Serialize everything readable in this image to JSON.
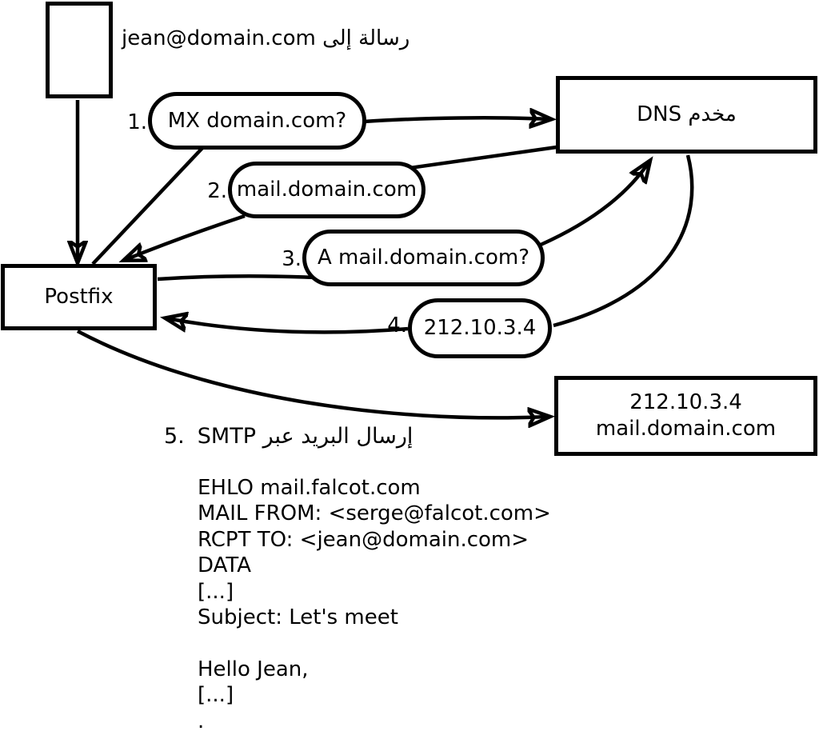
{
  "figure": {
    "background": "#ffffff",
    "stroke_color": "#000000",
    "title": "رسالة إلى jean@domain.com"
  },
  "nodes": {
    "postfix": {
      "label": "Postfix"
    },
    "dns": {
      "label": "مخدم DNS"
    },
    "mailserver": {
      "line1": "212.10.3.4",
      "line2": "mail.domain.com"
    }
  },
  "steps": [
    {
      "num": "1.",
      "label": "MX domain.com?"
    },
    {
      "num": "2.",
      "label": "mail.domain.com"
    },
    {
      "num": "3.",
      "label": "A mail.domain.com?"
    },
    {
      "num": "4.",
      "label": "212.10.3.4"
    },
    {
      "num": "5.",
      "label": "إرسال البريد عبر SMTP"
    }
  ],
  "smtp_transcript": "EHLO mail.falcot.com\nMAIL FROM: <serge@falcot.com>\nRCPT TO: <jean@domain.com>\nDATA\n[...]\nSubject: Let's meet\n\nHello Jean,\n[...]\n."
}
